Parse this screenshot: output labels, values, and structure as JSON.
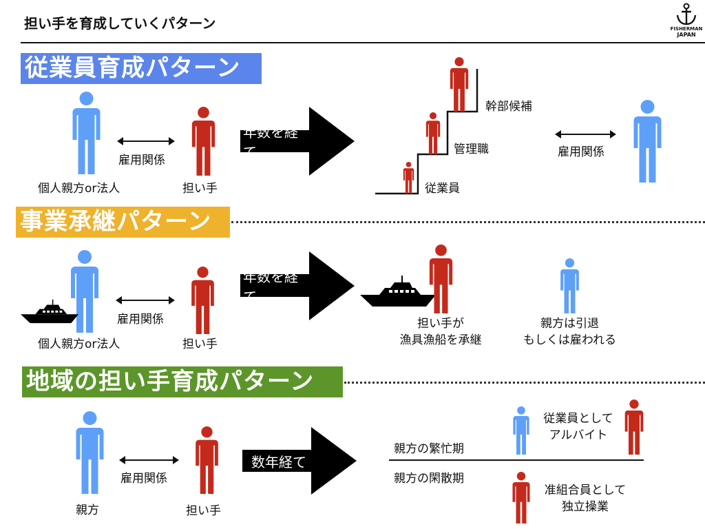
{
  "title": "担い手を育成していくパターン",
  "logo": {
    "text_line1": "FISHERMAN",
    "text_line2": "JAPAN",
    "icon": "anchor-logo-icon"
  },
  "colors": {
    "blue_header": "#5b85ea",
    "blue_person": "#5ea0f7",
    "red_person": "#c42a1c",
    "orange_header": "#efb22c",
    "green_header": "#5c962a"
  },
  "section1": {
    "header": "従業員育成パターン",
    "owner_label": "個人親方or法人",
    "relation_label": "雇用関係",
    "successor_label": "担い手",
    "arrow_label": "年数を経て",
    "stairs": [
      "従業員",
      "管理職",
      "幹部候補"
    ],
    "relation_label_after": "雇用関係"
  },
  "section2": {
    "header": "事業承継パターン",
    "owner_label": "個人親方or法人",
    "relation_label": "雇用関係",
    "successor_label": "担い手",
    "arrow_label": "年数を経て",
    "result_successor": [
      "担い手が",
      "漁具漁船を承継"
    ],
    "result_owner": [
      "親方は引退",
      "もしくは雇われる"
    ]
  },
  "section3": {
    "header": "地域の担い手育成パターン",
    "owner_label": "親方",
    "relation_label": "雇用関係",
    "successor_label": "担い手",
    "arrow_label": "数年経て",
    "busy_season": "親方の繁忙期",
    "off_season": "親方の閑散期",
    "busy_result": [
      "従業員として",
      "アルバイト"
    ],
    "off_result": [
      "准組合員として",
      "独立操業"
    ]
  }
}
